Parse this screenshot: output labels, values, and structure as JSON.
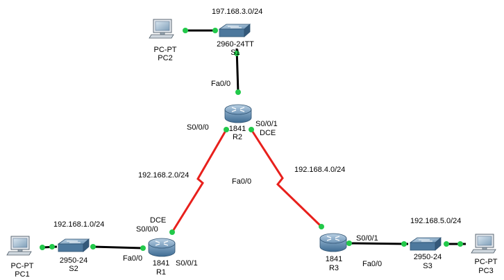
{
  "colors": {
    "serial_link": "#e8201c",
    "ethernet_link": "#000000",
    "port_up": "#22c94a",
    "device_blue": "#3d6d96"
  },
  "networks": {
    "n3": "197.168.3.0/24",
    "n2": "192.168.2.0/24",
    "n4": "192.168.4.0/24",
    "n1": "192.168.1.0/24",
    "n5": "192.168.5.0/24"
  },
  "devices": {
    "pc2": {
      "model": "PC-PT",
      "name": "PC2",
      "icon": "pc-icon"
    },
    "s1": {
      "model": "2960-24TT",
      "name": "S1",
      "icon": "switch-icon"
    },
    "r2": {
      "model": "1841",
      "name": "R2",
      "icon": "router-icon"
    },
    "pc1": {
      "model": "PC-PT",
      "name": "PC1",
      "icon": "pc-icon"
    },
    "s2": {
      "model": "2950-24",
      "name": "S2",
      "icon": "switch-icon"
    },
    "r1": {
      "model": "1841",
      "name": "R1",
      "icon": "router-icon"
    },
    "r3": {
      "model": "1841",
      "name": "R3",
      "icon": "router-icon"
    },
    "s3": {
      "model": "2950-24",
      "name": "S3",
      "icon": "switch-icon"
    },
    "pc3": {
      "model": "PC-PT",
      "name": "PC3",
      "icon": "pc-icon"
    }
  },
  "interfaces": {
    "r2_fa": "Fa0/0",
    "r2_s000": "S0/0/0",
    "r2_s001": "S0/0/1",
    "r2_dce": "DCE",
    "mid_fa": "Fa0/0",
    "r1_dce": "DCE",
    "r1_s000": "S0/0/0",
    "r1_fa": "Fa0/0",
    "r1_s001": "S0/0/1",
    "r3_s001": "S0/0/1",
    "r3_fa": "Fa0/0"
  }
}
